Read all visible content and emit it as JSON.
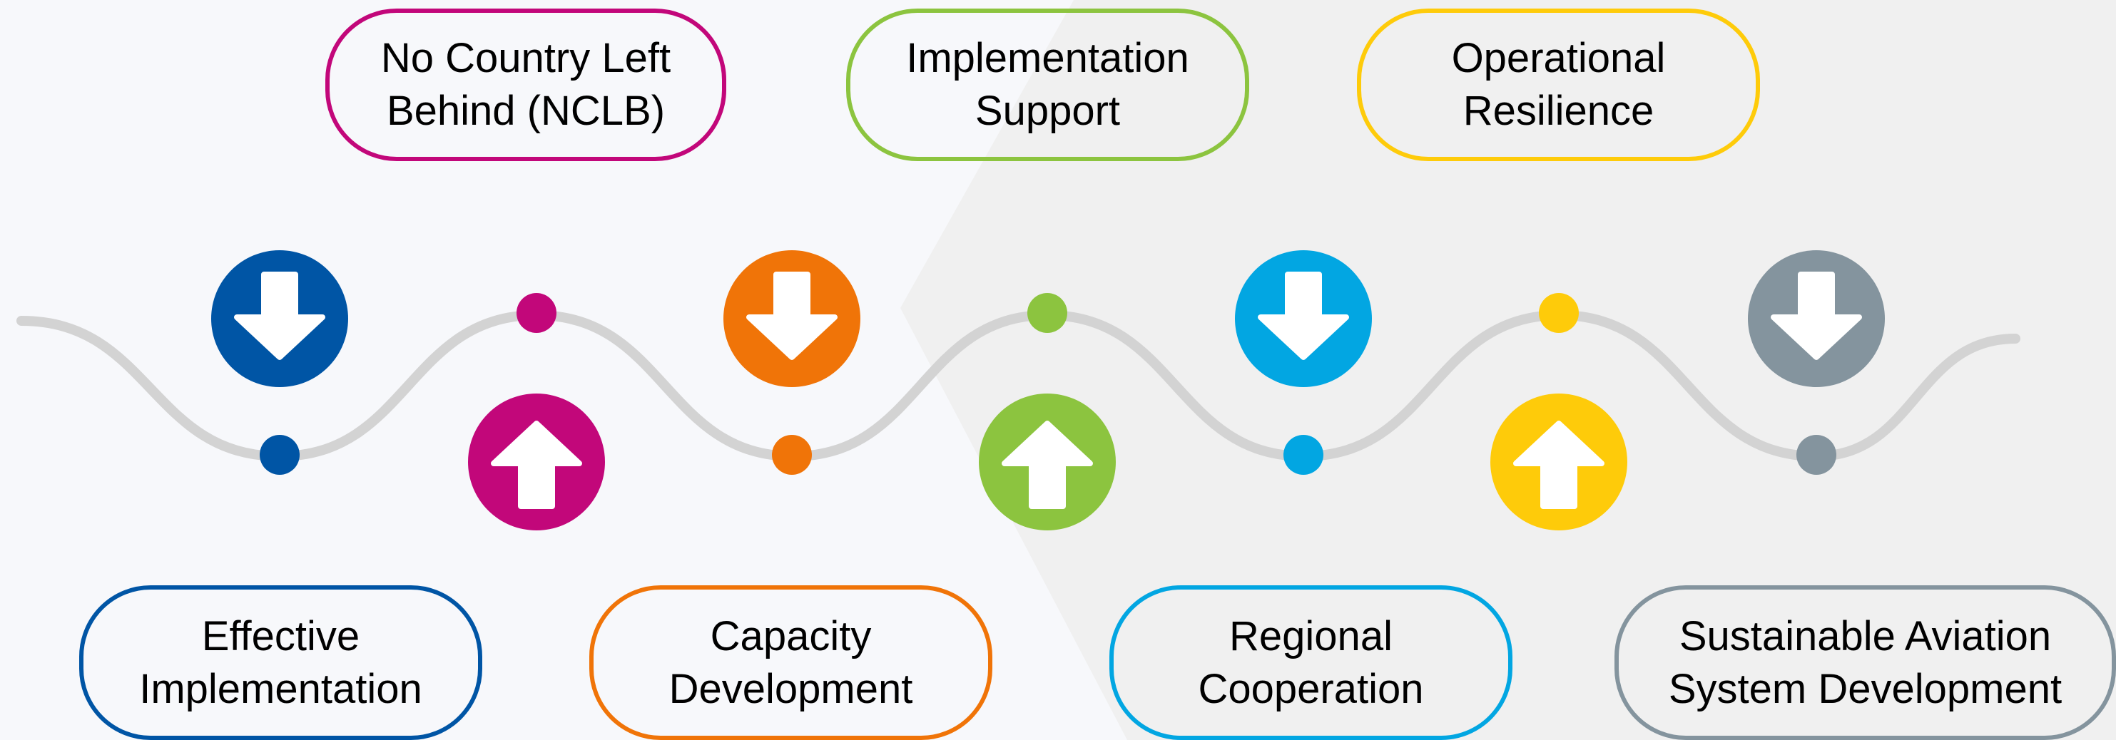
{
  "colors": {
    "wave": "#d3d3d3",
    "background_left": "#f7f8fb",
    "background_right": "#f0f0f0",
    "arrow": "#ffffff"
  },
  "stages": [
    {
      "id": "nclb",
      "label": "No Country Left\nBehind (NCLB)",
      "color": "#c2077a",
      "position": "top",
      "arrow": "up"
    },
    {
      "id": "implementation-support",
      "label": "Implementation\nSupport",
      "color": "#8cc43f",
      "position": "top",
      "arrow": "up"
    },
    {
      "id": "operational-resilience",
      "label": "Operational\nResilience",
      "color": "#fecb0a",
      "position": "top",
      "arrow": "up"
    },
    {
      "id": "effective-implementation",
      "label": "Effective\nImplementation",
      "color": "#0055a5",
      "position": "bottom",
      "arrow": "down"
    },
    {
      "id": "capacity-development",
      "label": "Capacity\nDevelopment",
      "color": "#f07408",
      "position": "bottom",
      "arrow": "down"
    },
    {
      "id": "regional-cooperation",
      "label": "Regional\nCooperation",
      "color": "#02a6e2",
      "position": "bottom",
      "arrow": "down"
    },
    {
      "id": "sustainable-aviation",
      "label": "Sustainable Aviation\nSystem Development",
      "color": "#84949e",
      "position": "bottom",
      "arrow": "down"
    }
  ]
}
